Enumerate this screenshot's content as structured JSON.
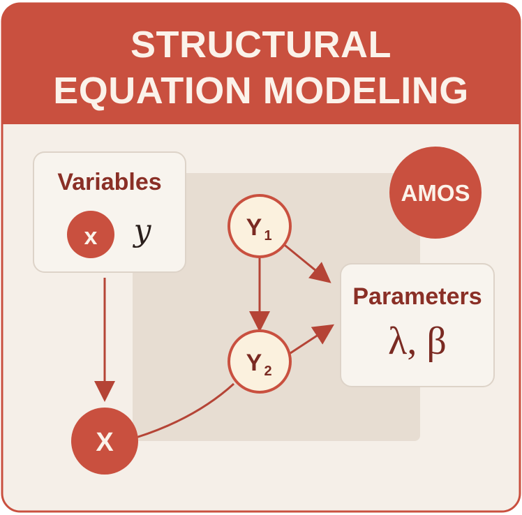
{
  "title": {
    "line1": "STRUCTURAL",
    "line2": "EQUATION MODELING"
  },
  "variables_box": {
    "heading": "Variables",
    "x_symbol": "x",
    "y_symbol": "y"
  },
  "badge": {
    "label": "AMOS"
  },
  "nodes": {
    "y1": {
      "letter": "Y",
      "subscript": "1"
    },
    "y2": {
      "letter": "Y",
      "subscript": "2"
    },
    "x": {
      "label": "X"
    }
  },
  "parameters_box": {
    "heading": "Parameters",
    "symbols": "λ, β"
  },
  "colors": {
    "accent": "#c9503f",
    "accent_dark": "#8a2f26",
    "panel": "#f5efe8",
    "card": "#f8f4ee",
    "shadow_panel": "#e7ddd2",
    "node_fill": "#fbf1de"
  },
  "icons": {
    "arrows": "arrow-right-icon"
  }
}
